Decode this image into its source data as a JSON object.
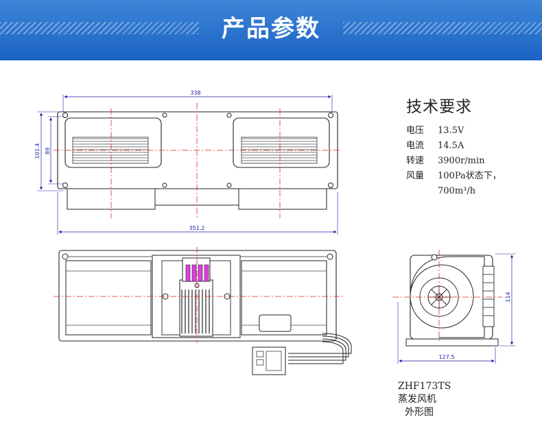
{
  "banner": {
    "title": "产品参数"
  },
  "specs": {
    "heading": "技术要求",
    "rows": [
      {
        "label": "电压",
        "value": "13.5V"
      },
      {
        "label": "电流",
        "value": "14.5A"
      },
      {
        "label": "转速",
        "value": "3900r/min"
      },
      {
        "label": "风量",
        "value": "100Pa状态下，",
        "value2": "700m³/h"
      }
    ]
  },
  "dimensions": {
    "top_width": "338",
    "bottom_width": "351.2",
    "outer_height": "101.4",
    "inner_height": "89",
    "side_height": "114",
    "side_width": "127.5"
  },
  "caption": {
    "model": "ZHF173TS",
    "name": "蒸发风机",
    "view": "外形图"
  },
  "colors": {
    "banner": "#1b63c3",
    "centerline": "#e02020",
    "dimension": "#1a1aa8",
    "connector": "#e040e0"
  }
}
